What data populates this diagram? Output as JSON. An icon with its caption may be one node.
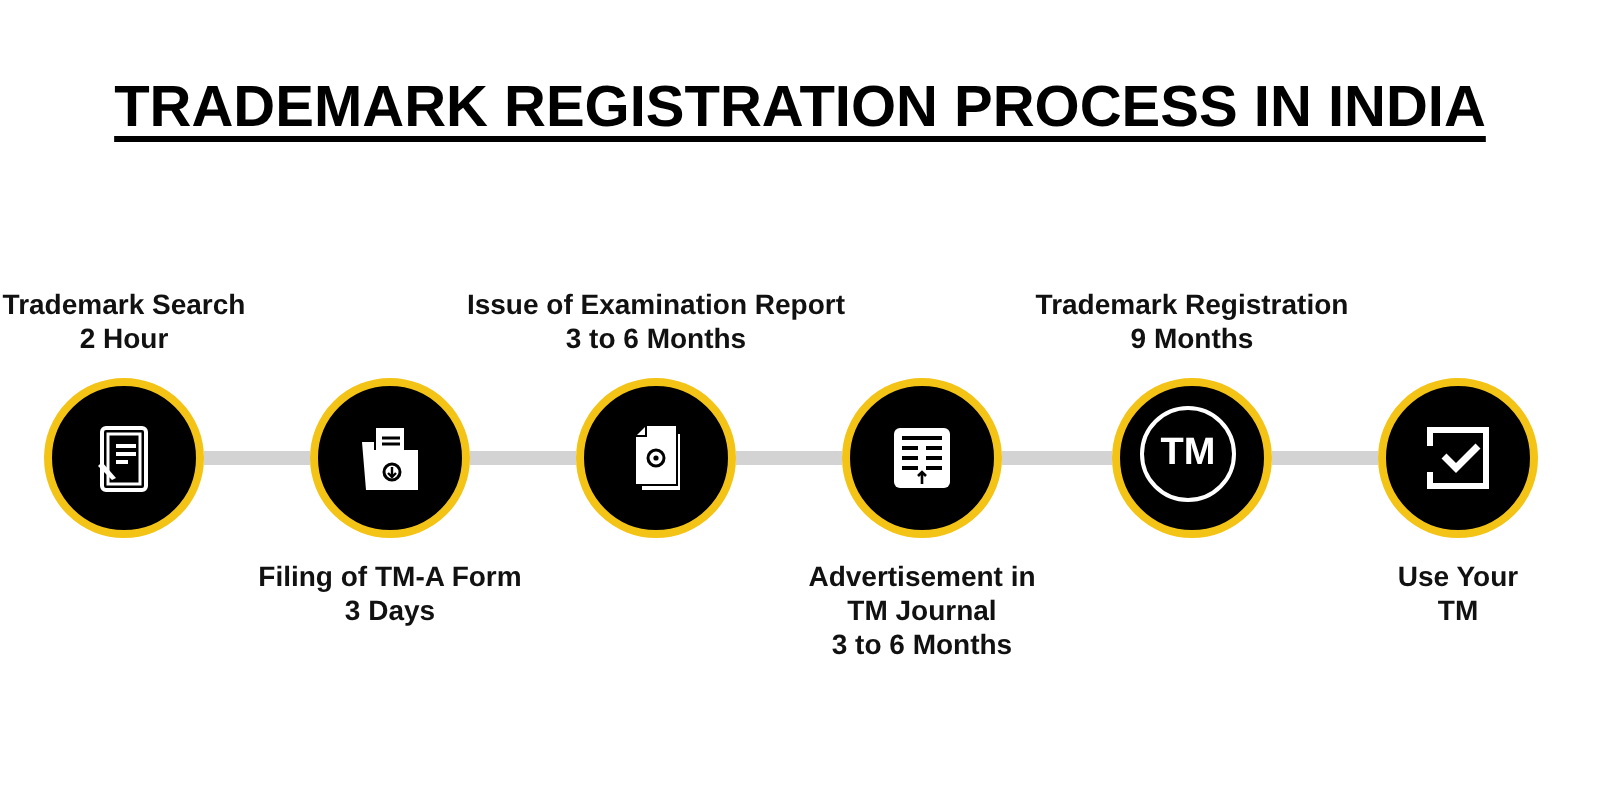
{
  "diagram": {
    "title": "TRADEMARK REGISTRATION PROCESS IN INDIA",
    "nodes": [
      {
        "text": [],
        "shape": "circle",
        "beside": [
          "Trademark Search",
          "2 Hour"
        ]
      },
      {
        "text": [],
        "shape": "circle",
        "beside": [
          "Filing of TM-A Form",
          "3 Days"
        ]
      },
      {
        "text": [],
        "shape": "circle",
        "beside": [
          "Issue of Examination Report",
          "3 to 6 Months"
        ]
      },
      {
        "text": [],
        "shape": "circle",
        "beside": [
          "Advertisement in TM Journal",
          "3 to 6 Months"
        ]
      },
      {
        "text": [
          "TM"
        ],
        "beside": [
          "Trademark Registration",
          "9 Months"
        ]
      },
      {
        "text": [],
        "shape": "circle",
        "beside": [
          "Use Your TM"
        ]
      }
    ],
    "edges": [
      {
        "from": 0,
        "to": 1,
        "arrow": "none"
      },
      {
        "from": 1,
        "to": 2,
        "arrow": "none"
      },
      {
        "from": 2,
        "to": 3,
        "arrow": "none"
      },
      {
        "from": 3,
        "to": 4,
        "arrow": "none"
      },
      {
        "from": 4,
        "to": 5,
        "arrow": "none"
      }
    ]
  }
}
